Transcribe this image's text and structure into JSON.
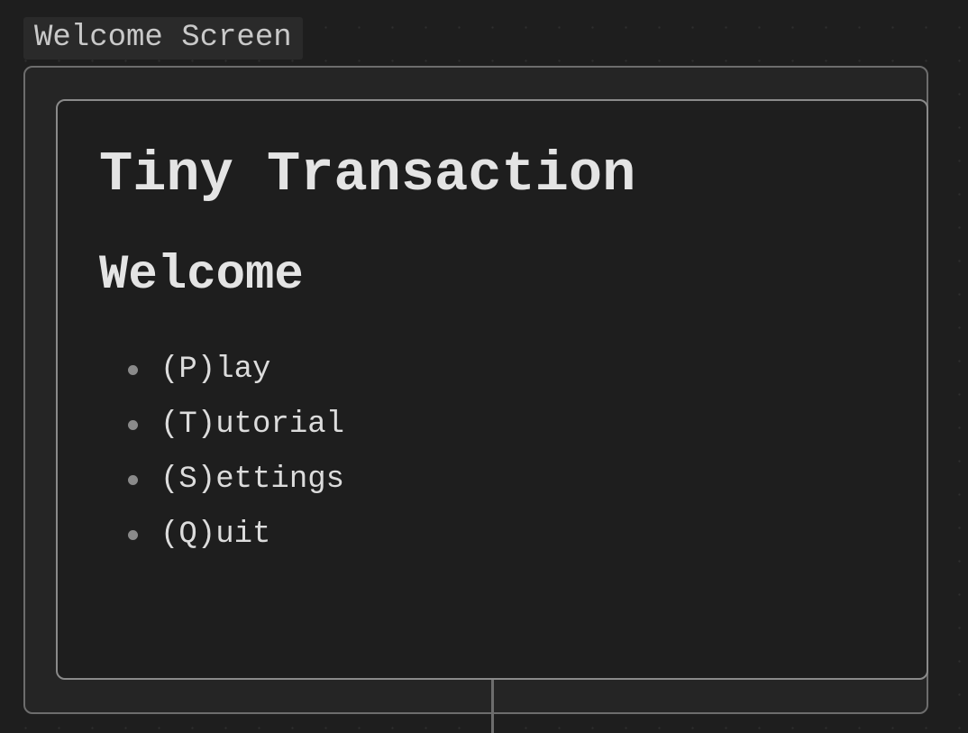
{
  "screen_tab": {
    "label": "Welcome Screen"
  },
  "panel": {
    "app_title": "Tiny Transaction",
    "heading": "Welcome",
    "menu": [
      {
        "label": "(P)lay"
      },
      {
        "label": "(T)utorial"
      },
      {
        "label": "(S)ettings"
      },
      {
        "label": "(Q)uit"
      }
    ]
  },
  "colors": {
    "background": "#1e1e1e",
    "frame_border": "#6d6d6d",
    "panel_border": "#8a8a8a",
    "text": "#e2e2e2",
    "bullet": "#8a8a8a"
  }
}
